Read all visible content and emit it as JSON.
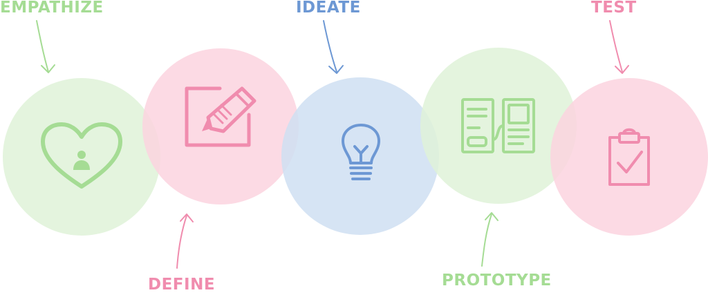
{
  "stages": [
    {
      "key": "empathize",
      "label": "EMPATHIZE",
      "icon": "heart-person-icon",
      "color": "#a5dc94",
      "fill": "#dff2d8"
    },
    {
      "key": "define",
      "label": "DEFINE",
      "icon": "pencil-notepad-icon",
      "color": "#f08cae",
      "fill": "#fbd3df"
    },
    {
      "key": "ideate",
      "label": "IDEATE",
      "icon": "lightbulb-icon",
      "color": "#6d98d4",
      "fill": "#cfdff2"
    },
    {
      "key": "prototype",
      "label": "PROTOTYPE",
      "icon": "wireframe-icon",
      "color": "#a5dc94",
      "fill": "#dff2d8"
    },
    {
      "key": "test",
      "label": "TEST",
      "icon": "clipboard-check-icon",
      "color": "#f08cae",
      "fill": "#fbd3df"
    }
  ]
}
